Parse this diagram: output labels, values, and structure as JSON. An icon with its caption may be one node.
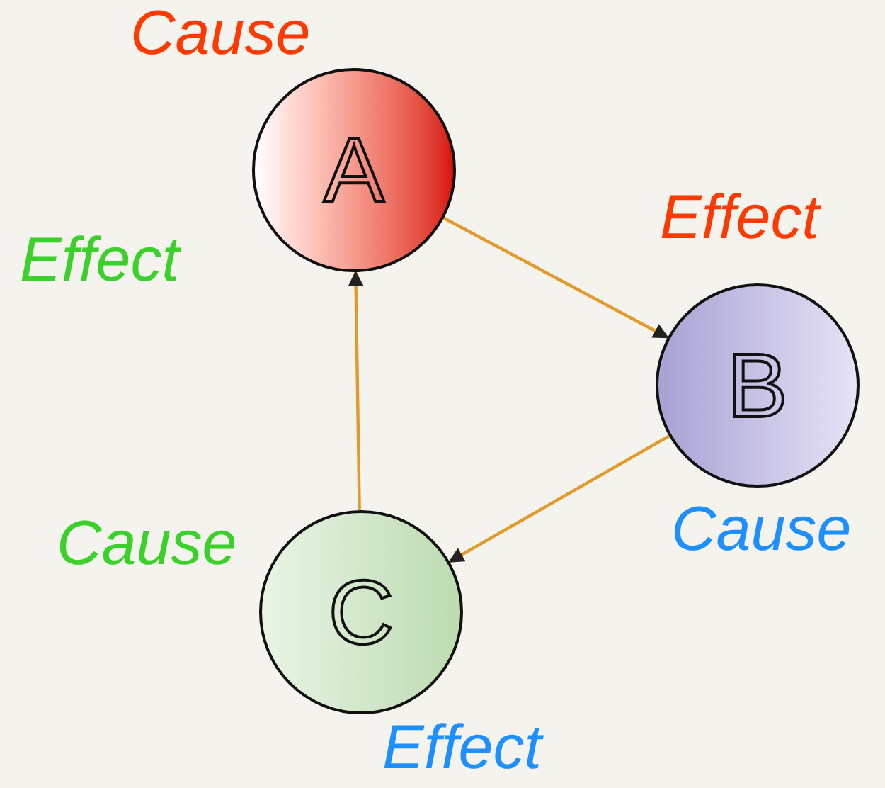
{
  "diagram": {
    "nodes": [
      {
        "text": [
          "A"
        ],
        "beside": [
          "Cause",
          "Effect"
        ]
      },
      {
        "text": [
          "B"
        ],
        "beside": [
          "Effect",
          "Cause"
        ]
      },
      {
        "text": [
          "C"
        ],
        "beside": [
          "Cause",
          "Effect"
        ]
      }
    ],
    "edges": [
      {
        "from": 0,
        "to": 1,
        "arrow": "to"
      },
      {
        "from": 1,
        "to": 2,
        "arrow": "to"
      },
      {
        "from": 2,
        "to": 0,
        "arrow": "to"
      }
    ]
  }
}
